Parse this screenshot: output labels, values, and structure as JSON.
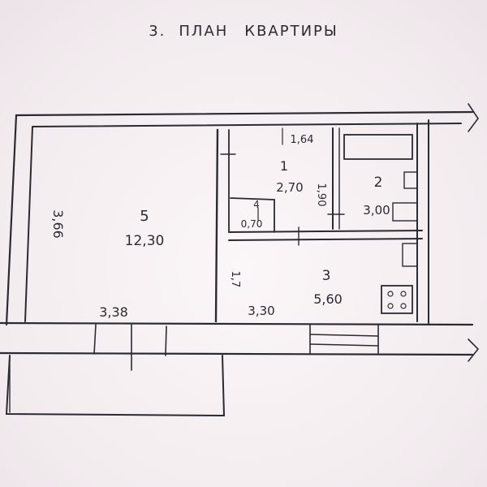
{
  "title": {
    "number": "3.",
    "word1": "ПЛАН",
    "word2": "КВАРТИРЫ"
  },
  "rooms": [
    {
      "id": "1",
      "area": "2,70"
    },
    {
      "id": "2",
      "area": "3,00"
    },
    {
      "id": "3",
      "area": "5,60"
    },
    {
      "id": "4",
      "area": "0,70"
    },
    {
      "id": "5",
      "area": "12,30"
    }
  ],
  "dimensions": {
    "left_wall": "3,66",
    "bottom_left": "3,38",
    "top_corridor": "1,64",
    "corridor_vertical": "1,90",
    "kitchen_vertical": "1,7",
    "kitchen_bottom": "3,30"
  },
  "colors": {
    "ink": "#2a2a32",
    "paper": "#f4eef2"
  }
}
